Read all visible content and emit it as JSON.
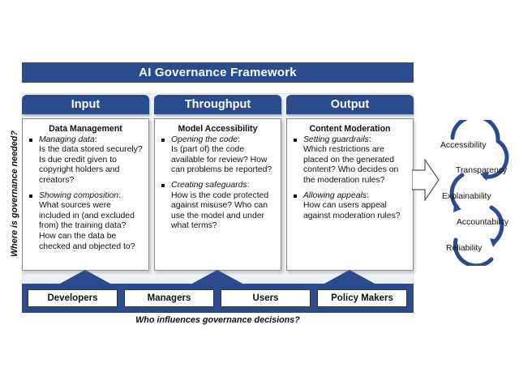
{
  "title": "AI Governance Framework",
  "columns": [
    {
      "header": "Input",
      "heading": "Data Management",
      "bullets": [
        {
          "lead": "Managing data",
          "detail": "Is the data stored securely? Is due credit given to copyright holders and creators?"
        },
        {
          "lead": "Showing composition",
          "detail": "What sources were included in (and excluded from) the training data? How can the data be checked and objected to?"
        }
      ]
    },
    {
      "header": "Throughput",
      "heading": "Model Accessibility",
      "bullets": [
        {
          "lead": "Opening the code",
          "detail": "Is (part of) the code available for review? How can problems be reported?"
        },
        {
          "lead": "Creating safeguards",
          "detail": "How is the code protected against misuse? Who can use the model and under what terms?"
        }
      ]
    },
    {
      "header": "Output",
      "heading": "Content Moderation",
      "bullets": [
        {
          "lead": "Setting guardrails",
          "detail": "Which restrictions are placed on the generated content? Who decides on the moderation rules?"
        },
        {
          "lead": "Allowing appeals",
          "detail": "How can users appeal against moderation rules?"
        }
      ]
    }
  ],
  "actors": [
    "Developers",
    "Managers",
    "Users",
    "Policy Makers"
  ],
  "bottom_label": "Who influences governance decisions?",
  "side_label": "Where is governance needed?",
  "principles": [
    "Accessibility",
    "Transparency",
    "Explainability",
    "Accountability",
    "Reliability"
  ],
  "colors": {
    "primary": "#2a4c8c",
    "chain": "#2a4c8c"
  }
}
